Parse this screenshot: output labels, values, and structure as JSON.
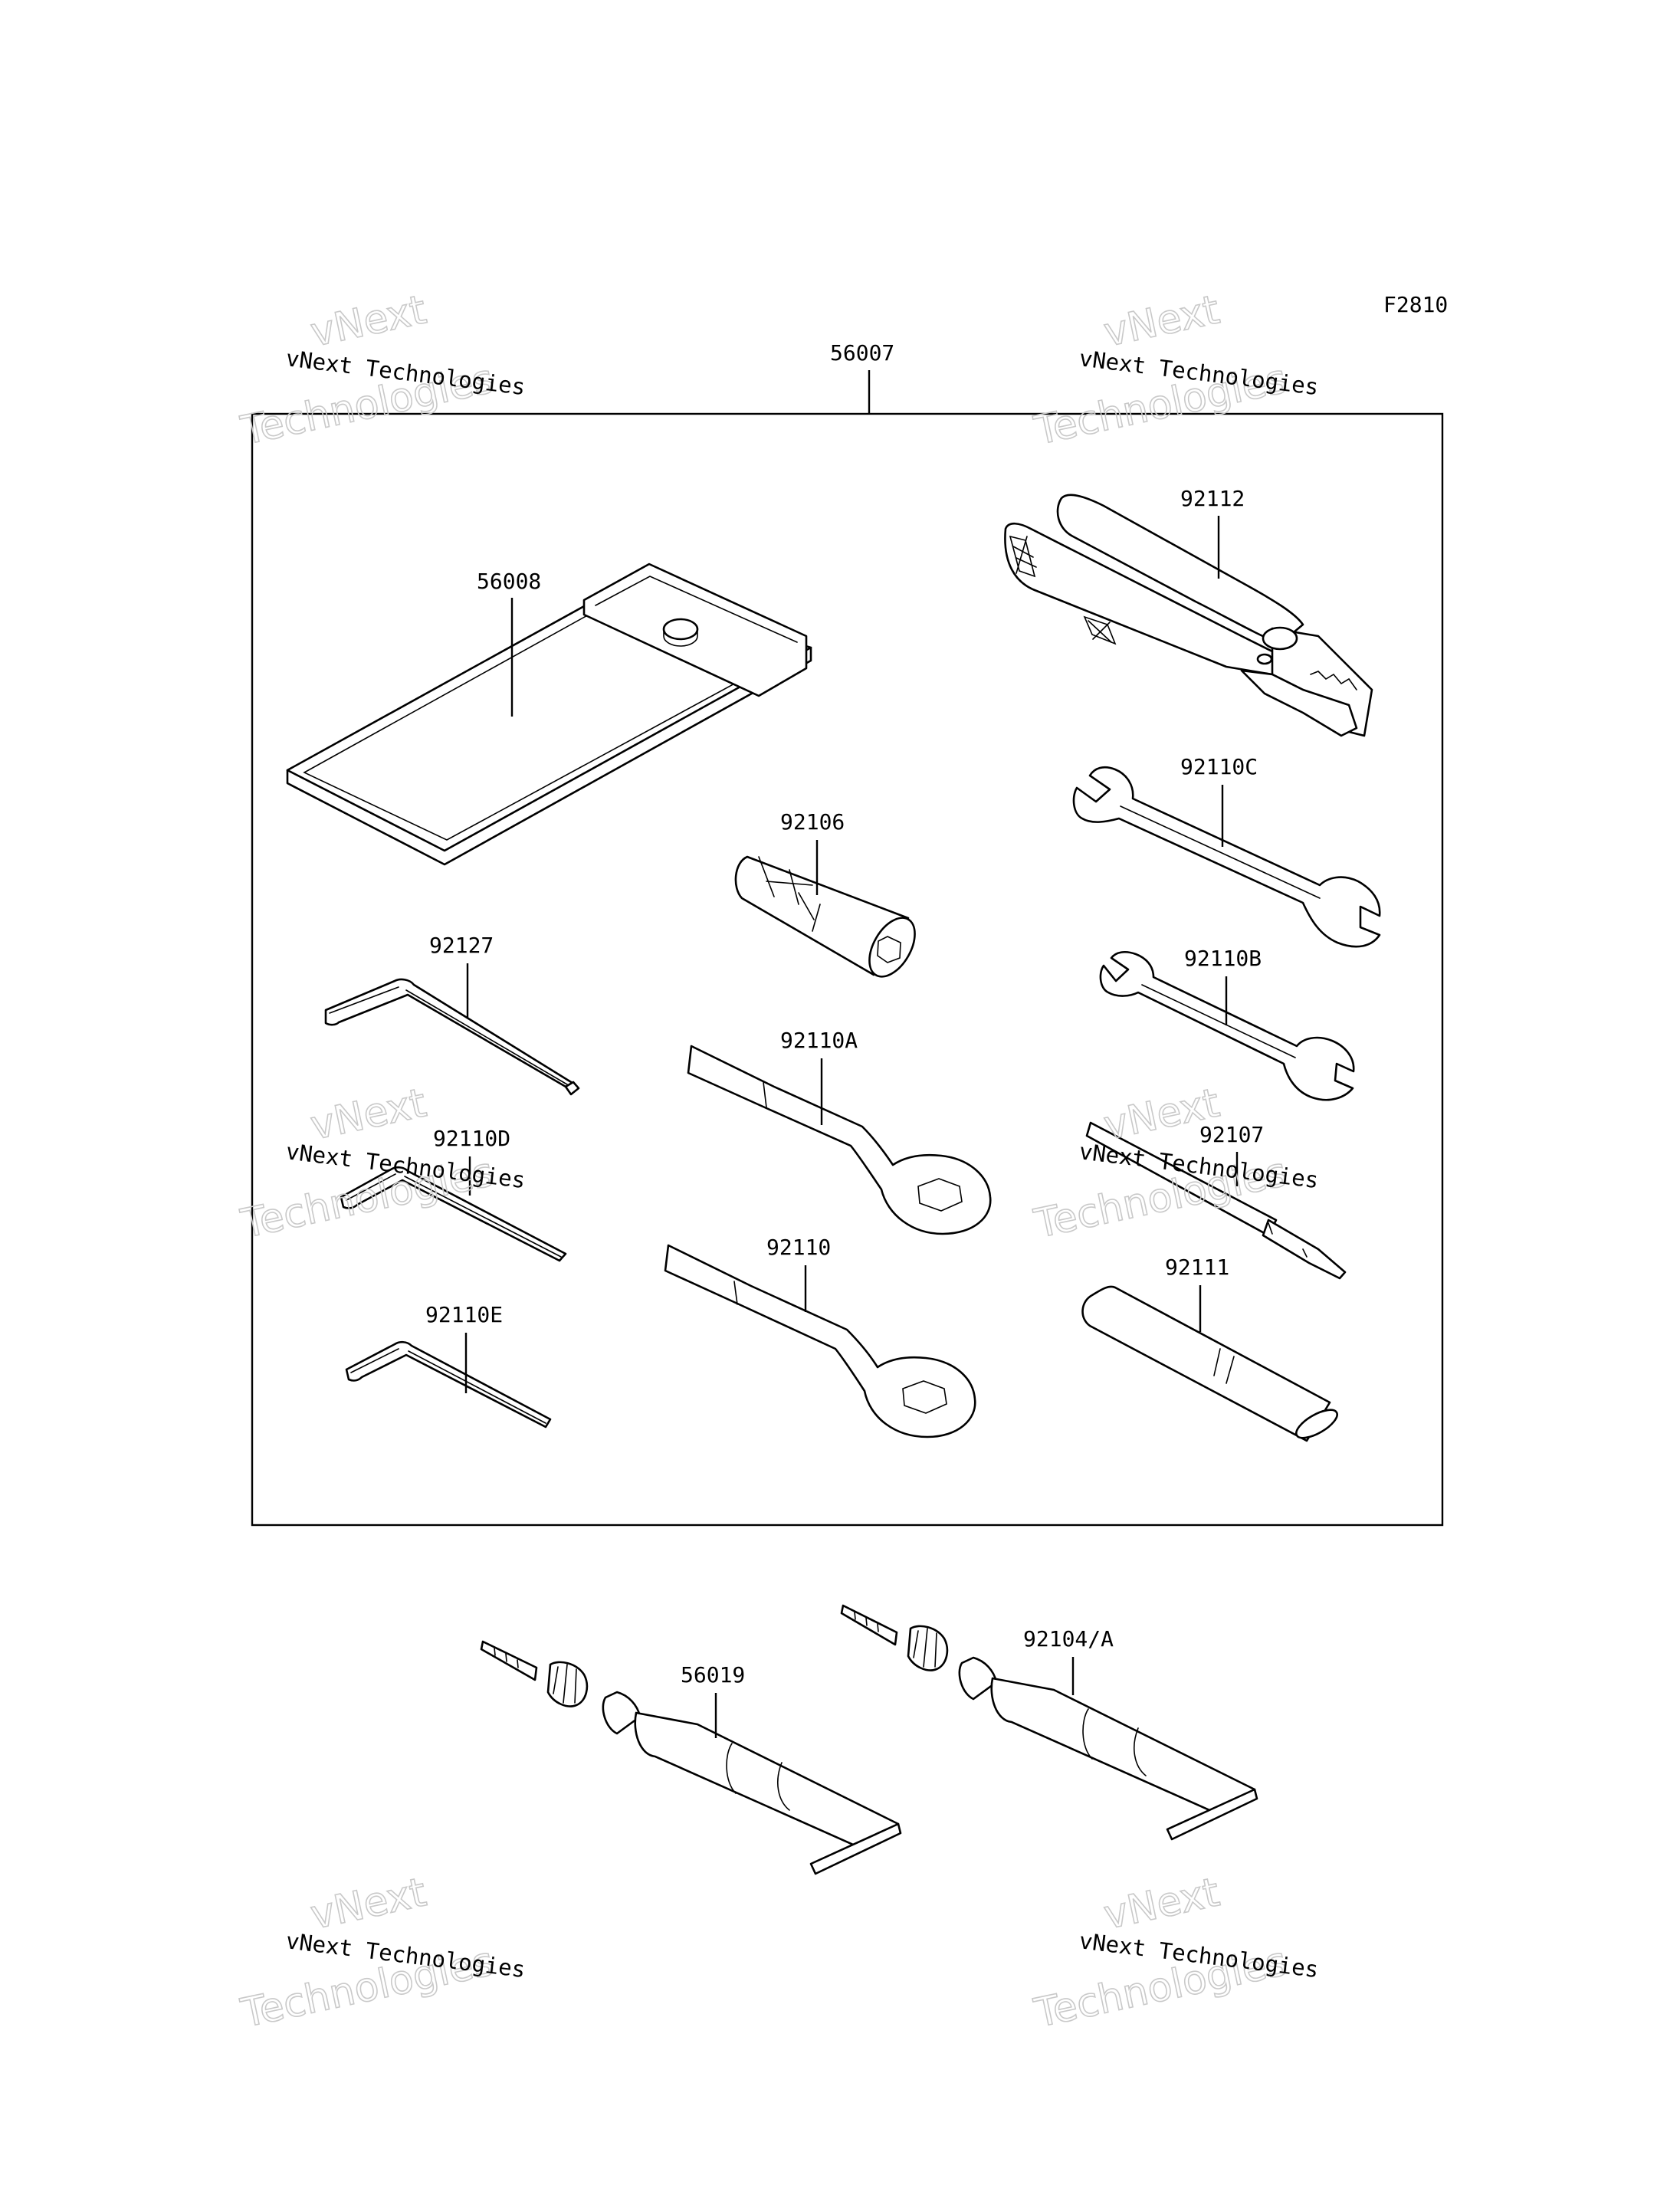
{
  "figure_code": "F2810",
  "kit_label": "56007",
  "parts": {
    "pouch": "56008",
    "pliers": "92112",
    "socket_adapter": "92106",
    "wrench_c": "92110C",
    "wrench_b": "92110B",
    "hex_key_large": "92127",
    "box_wrench_a": "92110A",
    "hex_key_d": "92110D",
    "screwdriver": "92107",
    "box_wrench": "92110",
    "extension_tube": "92111",
    "hex_key_e": "92110E",
    "adhesive_1": "56019",
    "adhesive_2": "92104/A"
  },
  "watermark": {
    "line1": "vNext Technologies",
    "line2_top": "vNext",
    "line2_bottom": "Technologies"
  }
}
